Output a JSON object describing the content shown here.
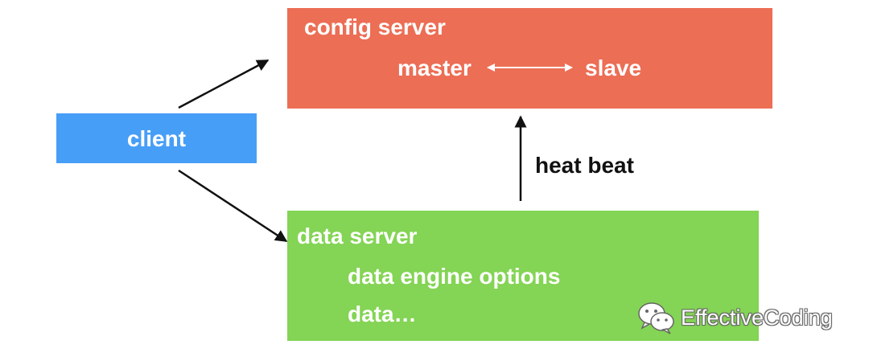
{
  "colors": {
    "config_box": "#EC6E55",
    "client_box": "#479EF6",
    "data_box": "#84D455",
    "arrow": "#111111"
  },
  "config_server": {
    "title": "config server",
    "master": "master",
    "slave": "slave"
  },
  "client": {
    "label": "client"
  },
  "data_server": {
    "title": "data server",
    "line1": "data engine options",
    "line2": "data…"
  },
  "heartbeat_label": "heat beat",
  "watermark": {
    "icon": "wechat-icon",
    "text": "EffectiveCoding"
  }
}
